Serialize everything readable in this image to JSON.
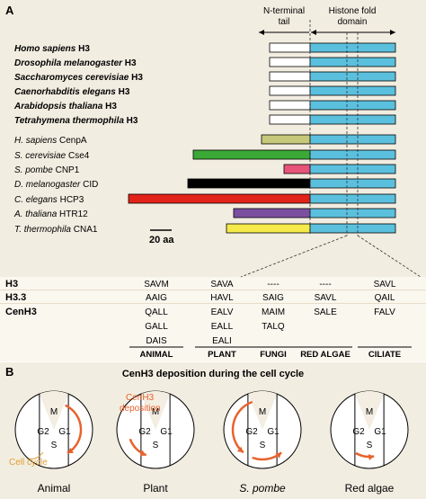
{
  "panel_a": {
    "label": "A",
    "nterm_label": [
      "N-terminal",
      "tail"
    ],
    "hfd_label": [
      "Histone fold",
      "domain"
    ],
    "scale_label": "20 aa",
    "h3_proteins": [
      {
        "species": "Homo sapiens",
        "protein": "H3",
        "tail_color": "#ffffff"
      },
      {
        "species": "Drosophila melanogaster",
        "protein": "H3",
        "tail_color": "#ffffff"
      },
      {
        "species": "Saccharomyces cerevisiae",
        "protein": "H3",
        "tail_color": "#ffffff"
      },
      {
        "species": "Caenorhabditis elegans",
        "protein": "H3",
        "tail_color": "#ffffff"
      },
      {
        "species": "Arabidopsis thaliana",
        "protein": "H3",
        "tail_color": "#ffffff"
      },
      {
        "species": "Tetrahymena thermophila",
        "protein": "H3",
        "tail_color": "#ffffff"
      }
    ],
    "cenh3_proteins": [
      {
        "species": "H. sapiens",
        "protein": "CenpA",
        "tail_color": "#c8c87a"
      },
      {
        "species": "S. cerevisiae",
        "protein": "Cse4",
        "tail_color": "#3aa935"
      },
      {
        "species": "S. pombe",
        "protein": "CNP1",
        "tail_color": "#e8537a"
      },
      {
        "species": "D. melanogaster",
        "protein": "CID",
        "tail_color": "#000000"
      },
      {
        "species": "C. elegans",
        "protein": "HCP3",
        "tail_color": "#e2231a"
      },
      {
        "species": "A. thaliana",
        "protein": "HTR12",
        "tail_color": "#7b4fa0"
      },
      {
        "species": "T. thermophila",
        "protein": "CNA1",
        "tail_color": "#f5ea4a"
      }
    ],
    "hfd_color": "#5bc0de"
  },
  "table": {
    "row_labels": [
      "H3",
      "H3.3",
      "CenH3"
    ],
    "groups": [
      {
        "name": "ANIMAL",
        "h3": "SAVM",
        "h33": "AAIG",
        "cenh3": [
          "QALL",
          "GALL",
          "DAIS"
        ]
      },
      {
        "name": "PLANT",
        "h3": "SAVA",
        "h33": "HAVL",
        "cenh3": [
          "EALV",
          "EALL",
          "EALI"
        ]
      },
      {
        "name": "FUNGI",
        "h3": "----",
        "h33": "SAIG",
        "cenh3": [
          "MAIM",
          "TALQ"
        ]
      },
      {
        "name": "RED ALGAE",
        "h3": "----",
        "h33": "SAVL",
        "cenh3": [
          "SALE"
        ]
      },
      {
        "name": "CILIATE",
        "h3": "SAVL",
        "h33": "QAIL",
        "cenh3": [
          "FALV"
        ]
      }
    ]
  },
  "panel_b": {
    "label": "B",
    "title": "CenH3 deposition during the cell cycle",
    "annot_deposition": [
      "CenH3",
      "deposition"
    ],
    "annot_cycle": "Cell cycle",
    "arrow_color": "#e8622c",
    "phases": {
      "m": "M",
      "g1": "G1",
      "s": "S",
      "g2": "G2"
    },
    "cells": [
      "Animal",
      "Plant",
      "S. pombe",
      "Red algae"
    ]
  }
}
